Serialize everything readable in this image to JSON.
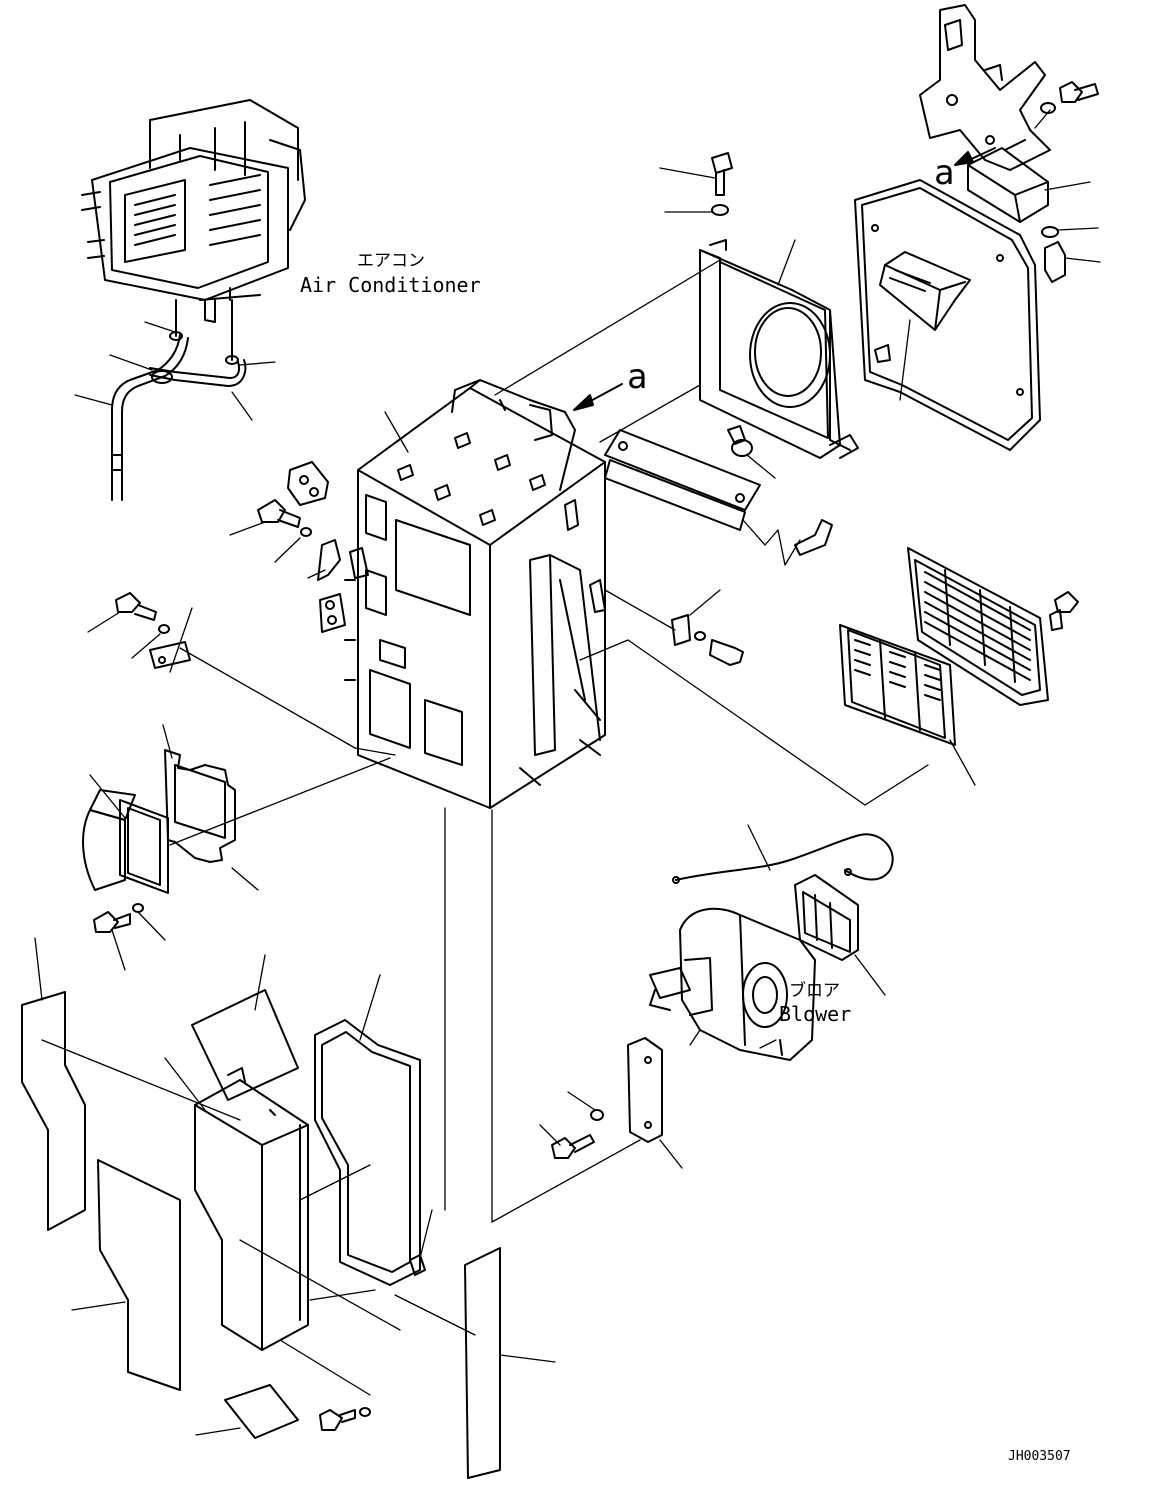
{
  "labels": {
    "air_conditioner_jp": "エアコン",
    "air_conditioner_en": "Air Conditioner",
    "blower_jp": "ブロア",
    "blower_en": "Blower",
    "view_marker_a": "a",
    "view_marker_a2": "a",
    "drawing_number": "JH003507"
  },
  "colors": {
    "line": "#000000",
    "background": "#ffffff"
  }
}
